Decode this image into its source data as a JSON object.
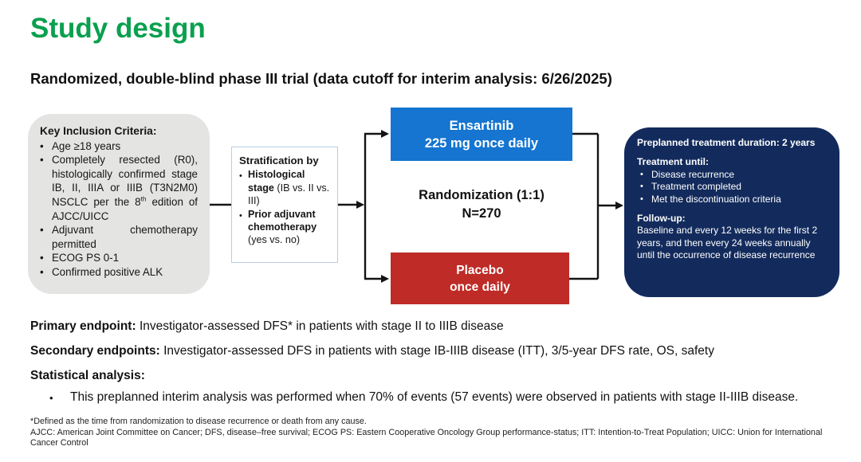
{
  "page": {
    "title": "Study design",
    "subtitle": "Randomized, double-blind phase III trial (data cutoff for interim analysis: 6/26/2025)"
  },
  "colors": {
    "title_green": "#0aa04f",
    "ensartinib_blue": "#1575d0",
    "placebo_red": "#bf2b26",
    "followup_navy": "#132b5c",
    "inclusion_gray": "#e4e4e3",
    "strat_border": "#b9cde2"
  },
  "inclusion": {
    "heading": "Key Inclusion Criteria:",
    "bullet_age": "Age ≥18 years",
    "bullet_resected_pre": "Completely resected (R0), histologically confirmed stage IB, II, IIIA or IIIB (T3N2M0) NSCLC per the 8",
    "bullet_resected_sup": "th",
    "bullet_resected_post": " edition of AJCC/UICC",
    "bullet_chemo": "Adjuvant chemotherapy permitted",
    "bullet_ecog": "ECOG PS 0-1",
    "bullet_alk": "Confirmed positive ALK"
  },
  "stratification": {
    "heading": "Stratification by",
    "bullet1_bold": "Histological stage",
    "bullet1_rest": " (IB vs. II vs. III)",
    "bullet2_bold": "Prior adjuvant chemotherapy",
    "bullet2_rest": " (yes vs. no)"
  },
  "arms": {
    "ensartinib_line1": "Ensartinib",
    "ensartinib_line2": "225 mg once daily",
    "randomization_line1": "Randomization (1:1)",
    "randomization_line2": "N=270",
    "placebo_line1": "Placebo",
    "placebo_line2": "once daily"
  },
  "treatment": {
    "duration": "Preplanned treatment duration: 2 years",
    "until_heading": "Treatment until:",
    "until_items": [
      "Disease recurrence",
      "Treatment completed",
      "Met the discontinuation criteria"
    ],
    "followup_heading": "Follow-up:",
    "followup_text": "Baseline and every 12 weeks for the first 2 years, and then every 24 weeks annually until the occurrence of disease recurrence"
  },
  "endpoints": {
    "primary_label": "Primary endpoint:",
    "primary_text": " Investigator-assessed DFS* in patients with stage II to IIIB disease",
    "secondary_label": "Secondary endpoints:",
    "secondary_text": " Investigator-assessed DFS in patients with stage IB-IIIB disease (ITT), 3/5-year DFS rate, OS, safety",
    "statistical_label": "Statistical analysis:",
    "statistical_bullet": "This preplanned interim analysis was performed when 70% of events (57 events) were observed in patients with stage II-IIIB disease."
  },
  "footnotes": {
    "line1": "*Defined as the time from randomization to disease recurrence or death from any cause.",
    "line2": "AJCC: American Joint Committee on Cancer; DFS, disease–free survival; ECOG PS: Eastern Cooperative Oncology Group performance-status; ITT: Intention-to-Treat Population; UICC: Union for International Cancer Control"
  }
}
